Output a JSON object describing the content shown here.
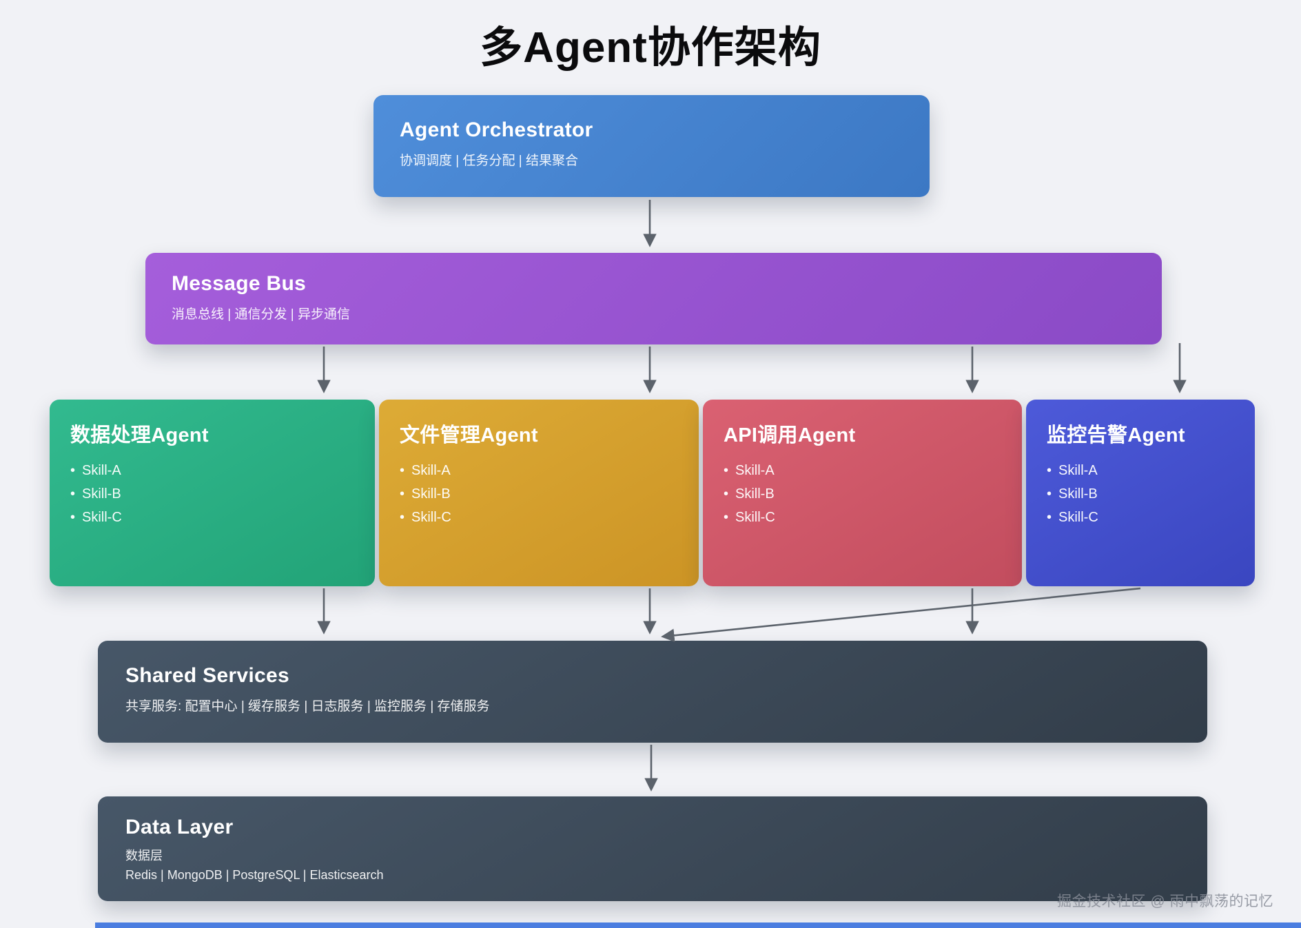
{
  "page": {
    "title": "多Agent协作架构",
    "watermark": "掘金技术社区 @ 雨中飘荡的记忆",
    "background_color": "#f1f2f6",
    "arrow_color": "#5b626b"
  },
  "orchestrator": {
    "title": "Agent Orchestrator",
    "subtitle": "协调调度 | 任务分配 | 结果聚合",
    "color": "#4485d2"
  },
  "message_bus": {
    "title": "Message Bus",
    "subtitle": "消息总线 | 通信分发 | 异步通信",
    "color": "#9a55d2"
  },
  "agents": [
    {
      "title": "数据处理Agent",
      "color": "#2ab289",
      "skills": [
        "Skill-A",
        "Skill-B",
        "Skill-C"
      ]
    },
    {
      "title": "文件管理Agent",
      "color": "#d5a02e",
      "skills": [
        "Skill-A",
        "Skill-B",
        "Skill-C"
      ]
    },
    {
      "title": "API调用Agent",
      "color": "#d15868",
      "skills": [
        "Skill-A",
        "Skill-B",
        "Skill-C"
      ]
    },
    {
      "title": "监控告警Agent",
      "color": "#4551cd",
      "skills": [
        "Skill-A",
        "Skill-B",
        "Skill-C"
      ]
    }
  ],
  "shared_services": {
    "title": "Shared Services",
    "subtitle": "共享服务: 配置中心 | 缓存服务 | 日志服务 | 监控服务 | 存储服务",
    "color": "#3f4c5d"
  },
  "data_layer": {
    "title": "Data Layer",
    "subtitle": "数据层",
    "technologies": "Redis | MongoDB | PostgreSQL | Elasticsearch",
    "color": "#3f4c5d"
  }
}
